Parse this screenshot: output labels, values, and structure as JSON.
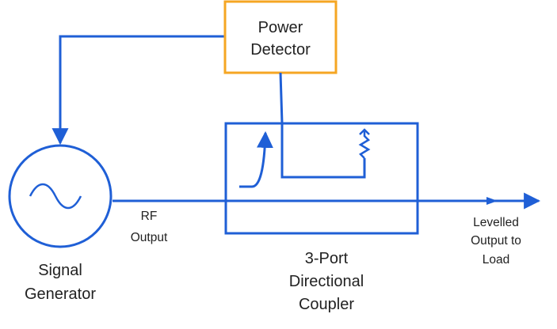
{
  "colors": {
    "wire": "#1f5fd6",
    "detector_border": "#f5a623",
    "text": "#222222"
  },
  "power_detector": {
    "line1": "Power",
    "line2": "Detector"
  },
  "signal_generator": {
    "line1": "Signal",
    "line2": "Generator",
    "icon": "sine-wave-icon"
  },
  "rf_output": {
    "line1": "RF",
    "line2": "Output"
  },
  "coupler": {
    "line1": "3-Port",
    "line2": "Directional",
    "line3": "Coupler",
    "icon": "resistor-icon"
  },
  "levelled_output": {
    "line1": "Levelled",
    "line2": "Output to",
    "line3": "Load"
  }
}
